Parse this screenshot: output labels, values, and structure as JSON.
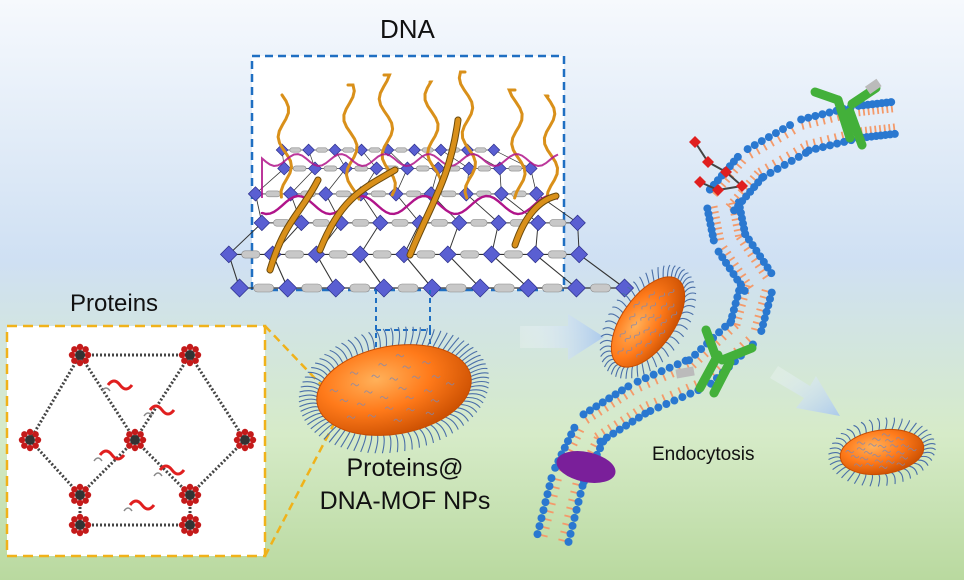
{
  "labels": {
    "dna": "DNA",
    "proteins": "Proteins",
    "np_line1": "Proteins@",
    "np_line2": "DNA-MOF NPs",
    "endocytosis": "Endocytosis"
  },
  "colors": {
    "bg_top": "#f6f9fd",
    "bg_upper": "#cfe0f3",
    "bg_lower": "#d6ebc8",
    "bg_bottom": "#b9d99f",
    "dna_box_border": "#1f6fc2",
    "protein_box_border": "#f0b21a",
    "np_fill": "#ff7a1a",
    "np_shade": "#c84d00",
    "dna_strand": "#d9901a",
    "dna_helix": "#b0148a",
    "mof_node": "#5a5fd2",
    "mof_linker": "#c8c8c8",
    "membrane_head": "#2a78d0",
    "membrane_tail": "#f49a6a",
    "receptor": "#43b03a",
    "channel": "#7a1f9a",
    "ligand": "#e01f1f",
    "arrow": "#a9c8ec"
  }
}
